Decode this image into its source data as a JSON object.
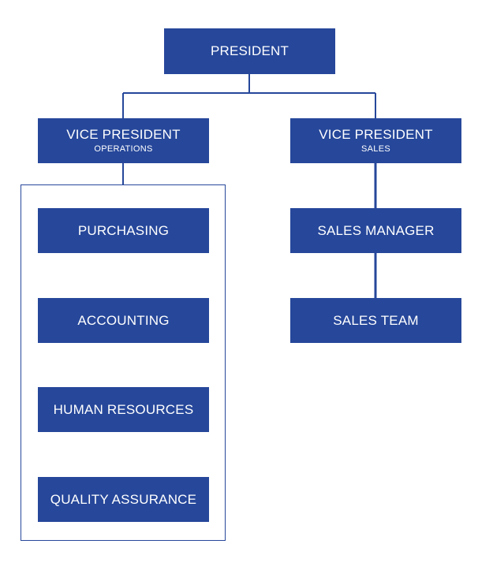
{
  "org_chart": {
    "president": {
      "title": "PRESIDENT"
    },
    "vp_operations": {
      "title": "VICE PRESIDENT",
      "subtitle": "OPERATIONS"
    },
    "vp_sales": {
      "title": "VICE PRESIDENT",
      "subtitle": "SALES"
    },
    "operations_departments": [
      {
        "title": "PURCHASING"
      },
      {
        "title": "ACCOUNTING"
      },
      {
        "title": "HUMAN RESOURCES"
      },
      {
        "title": "QUALITY ASSURANCE"
      }
    ],
    "sales_chain": [
      {
        "title": "SALES MANAGER"
      },
      {
        "title": "SALES TEAM"
      }
    ]
  },
  "colors": {
    "node_fill": "#26479a",
    "connector": "#26479a",
    "text": "#ffffff"
  }
}
